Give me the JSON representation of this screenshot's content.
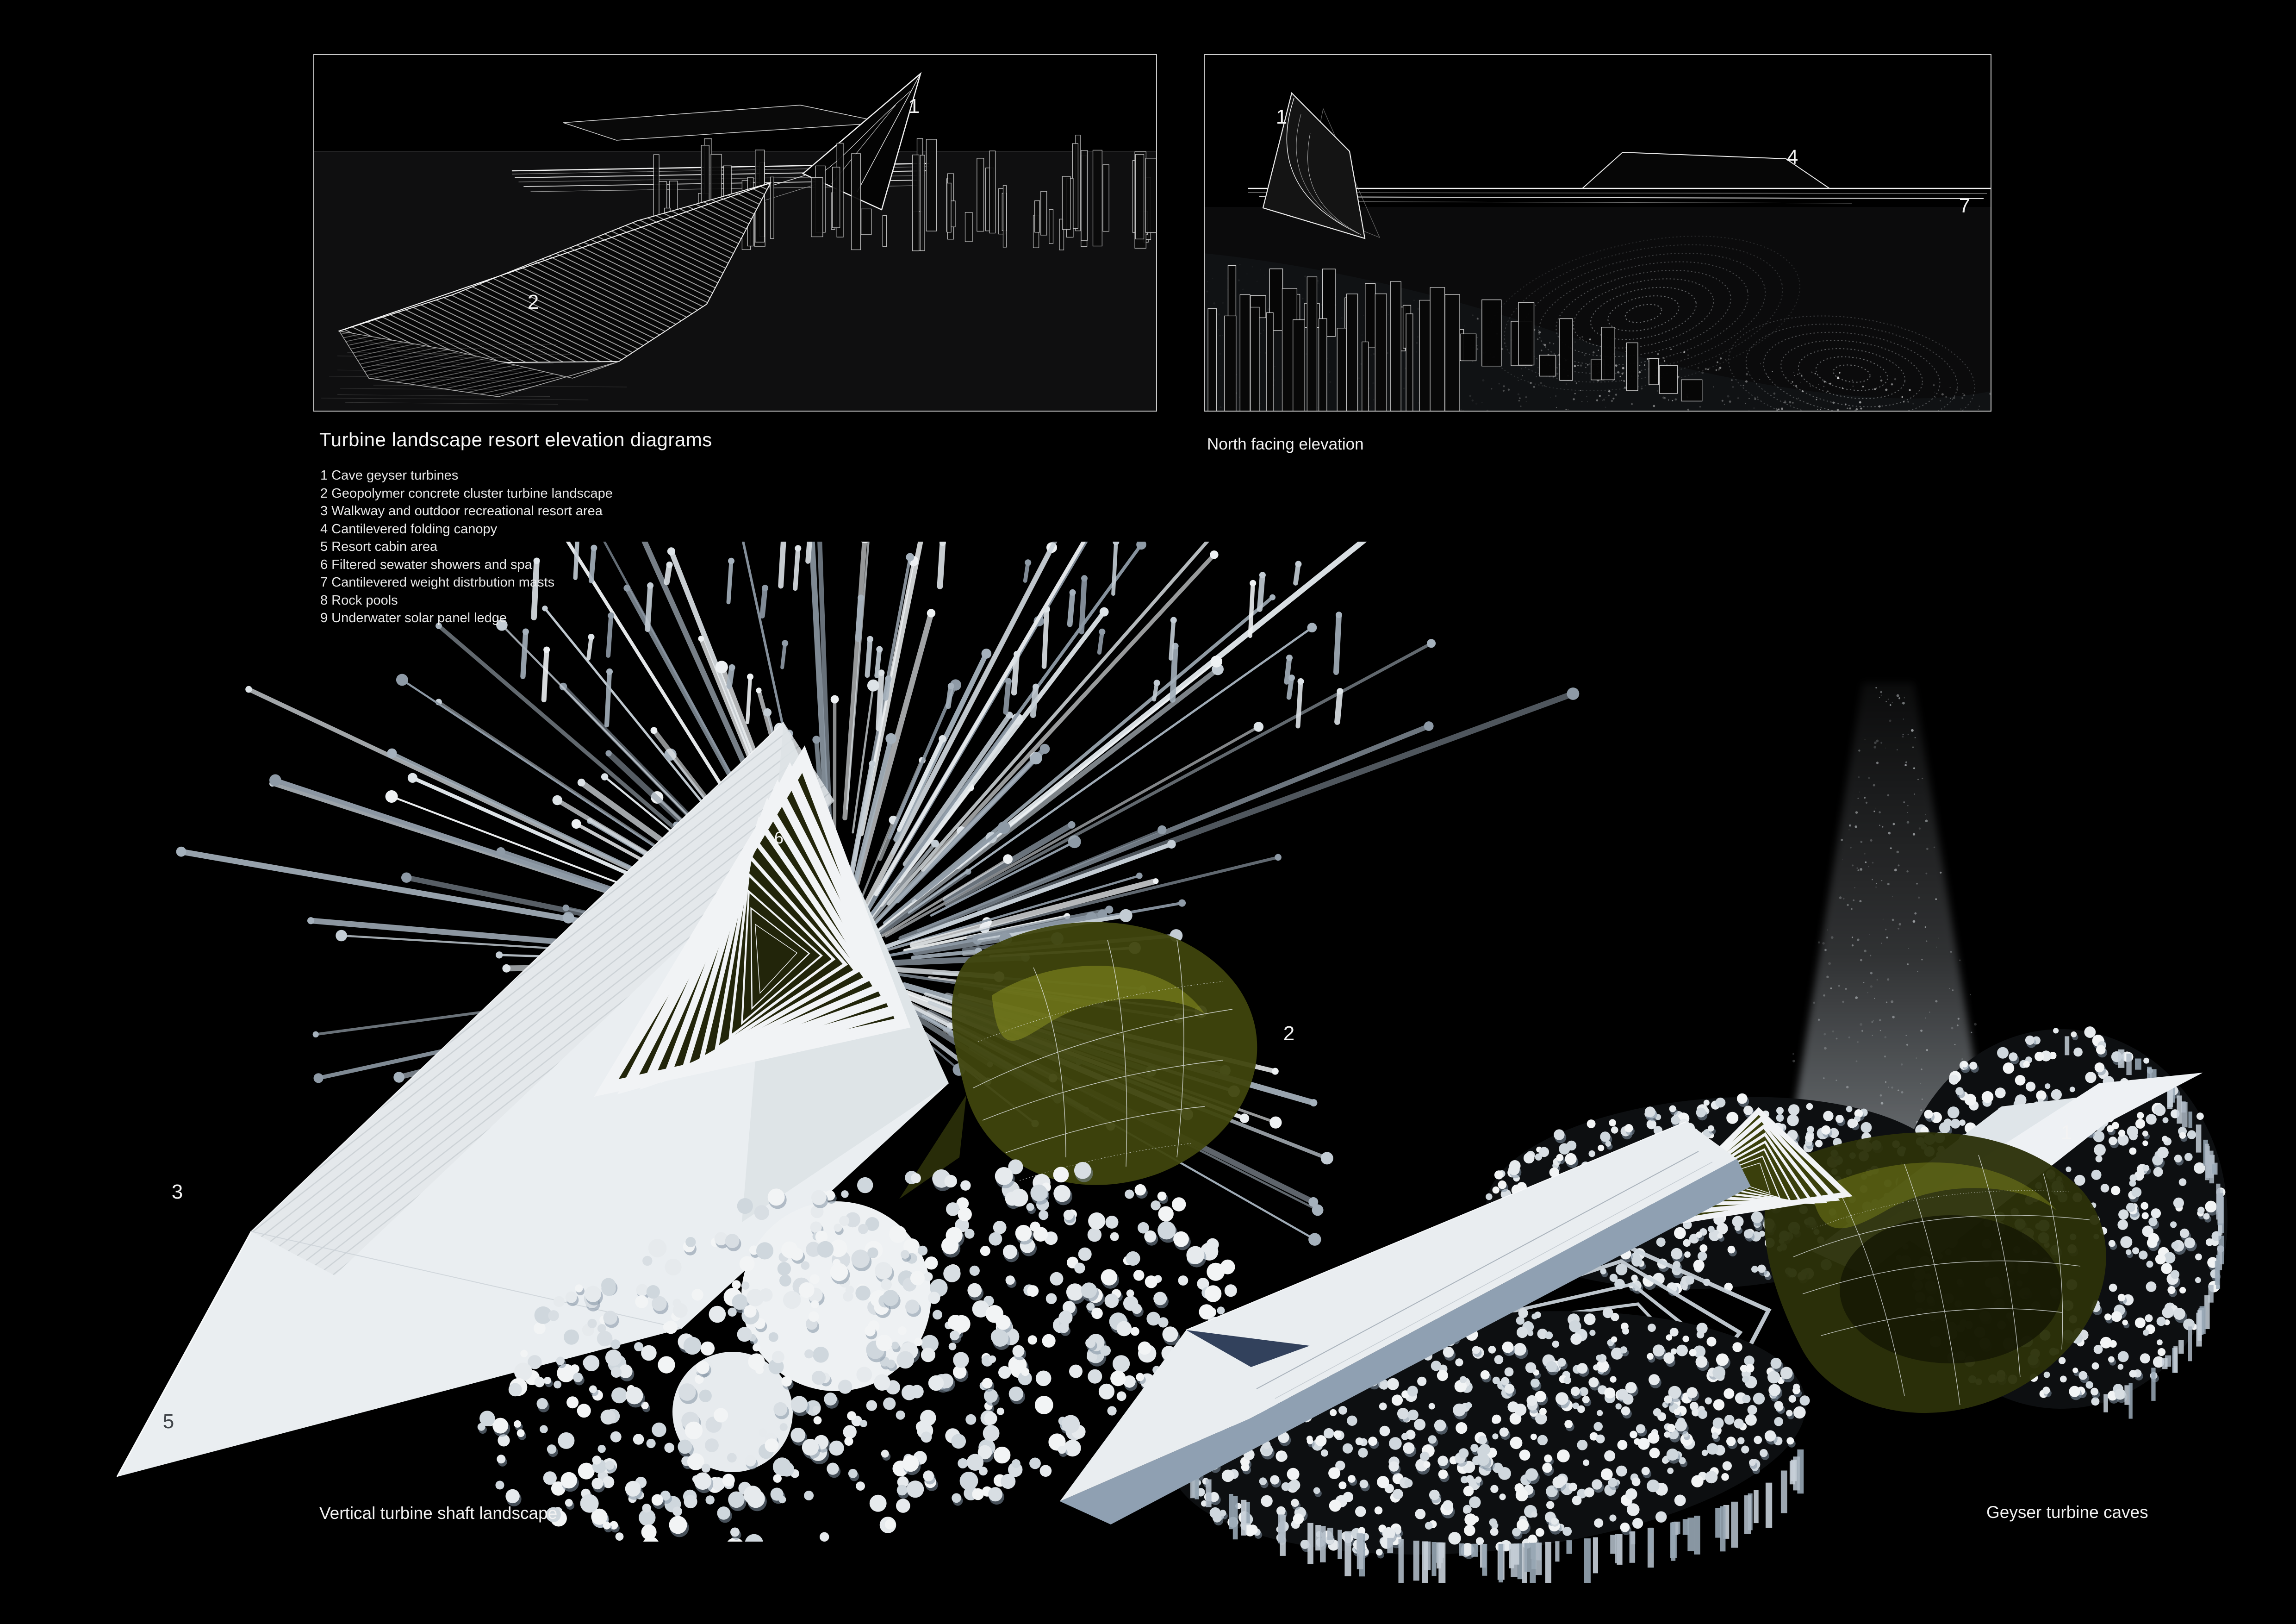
{
  "board": {
    "background": "#000000"
  },
  "panels": {
    "elev_left": {
      "annotations": [
        {
          "text": "1"
        },
        {
          "text": "2"
        }
      ]
    },
    "elev_right": {
      "caption": "North facing elevation",
      "annotations": [
        {
          "text": "1"
        },
        {
          "text": "4"
        },
        {
          "text": "7"
        }
      ]
    }
  },
  "legend": {
    "title": "Turbine landscape resort elevation diagrams",
    "items": [
      "1 Cave geyser turbines",
      "2 Geopolymer concrete cluster turbine landscape",
      "3 Walkway and outdoor recreational resort area",
      "4 Cantilevered folding canopy",
      "5 Resort cabin area",
      "6 Filtered sewater showers and spa",
      "7 Cantilevered weight distrbution masts",
      "8 Rock pools",
      "9 Underwater solar panel ledge"
    ]
  },
  "renders": {
    "main": {
      "caption": "Vertical turbine shaft landscape",
      "annotations": [
        {
          "text": "2"
        },
        {
          "text": "3"
        },
        {
          "text": "5"
        },
        {
          "text": "6"
        }
      ]
    },
    "geyser": {
      "caption": "Geyser turbine caves",
      "annotations": [
        {
          "text": "1"
        }
      ]
    }
  },
  "colors": {
    "background": "#000000",
    "text": "#f2f2f2",
    "structure_white": "#e9edf0",
    "steel_blue": "#8fa0b0",
    "olive": "#5f6414",
    "olive_dark": "#2c3109",
    "navy_fold": "#32415c"
  }
}
